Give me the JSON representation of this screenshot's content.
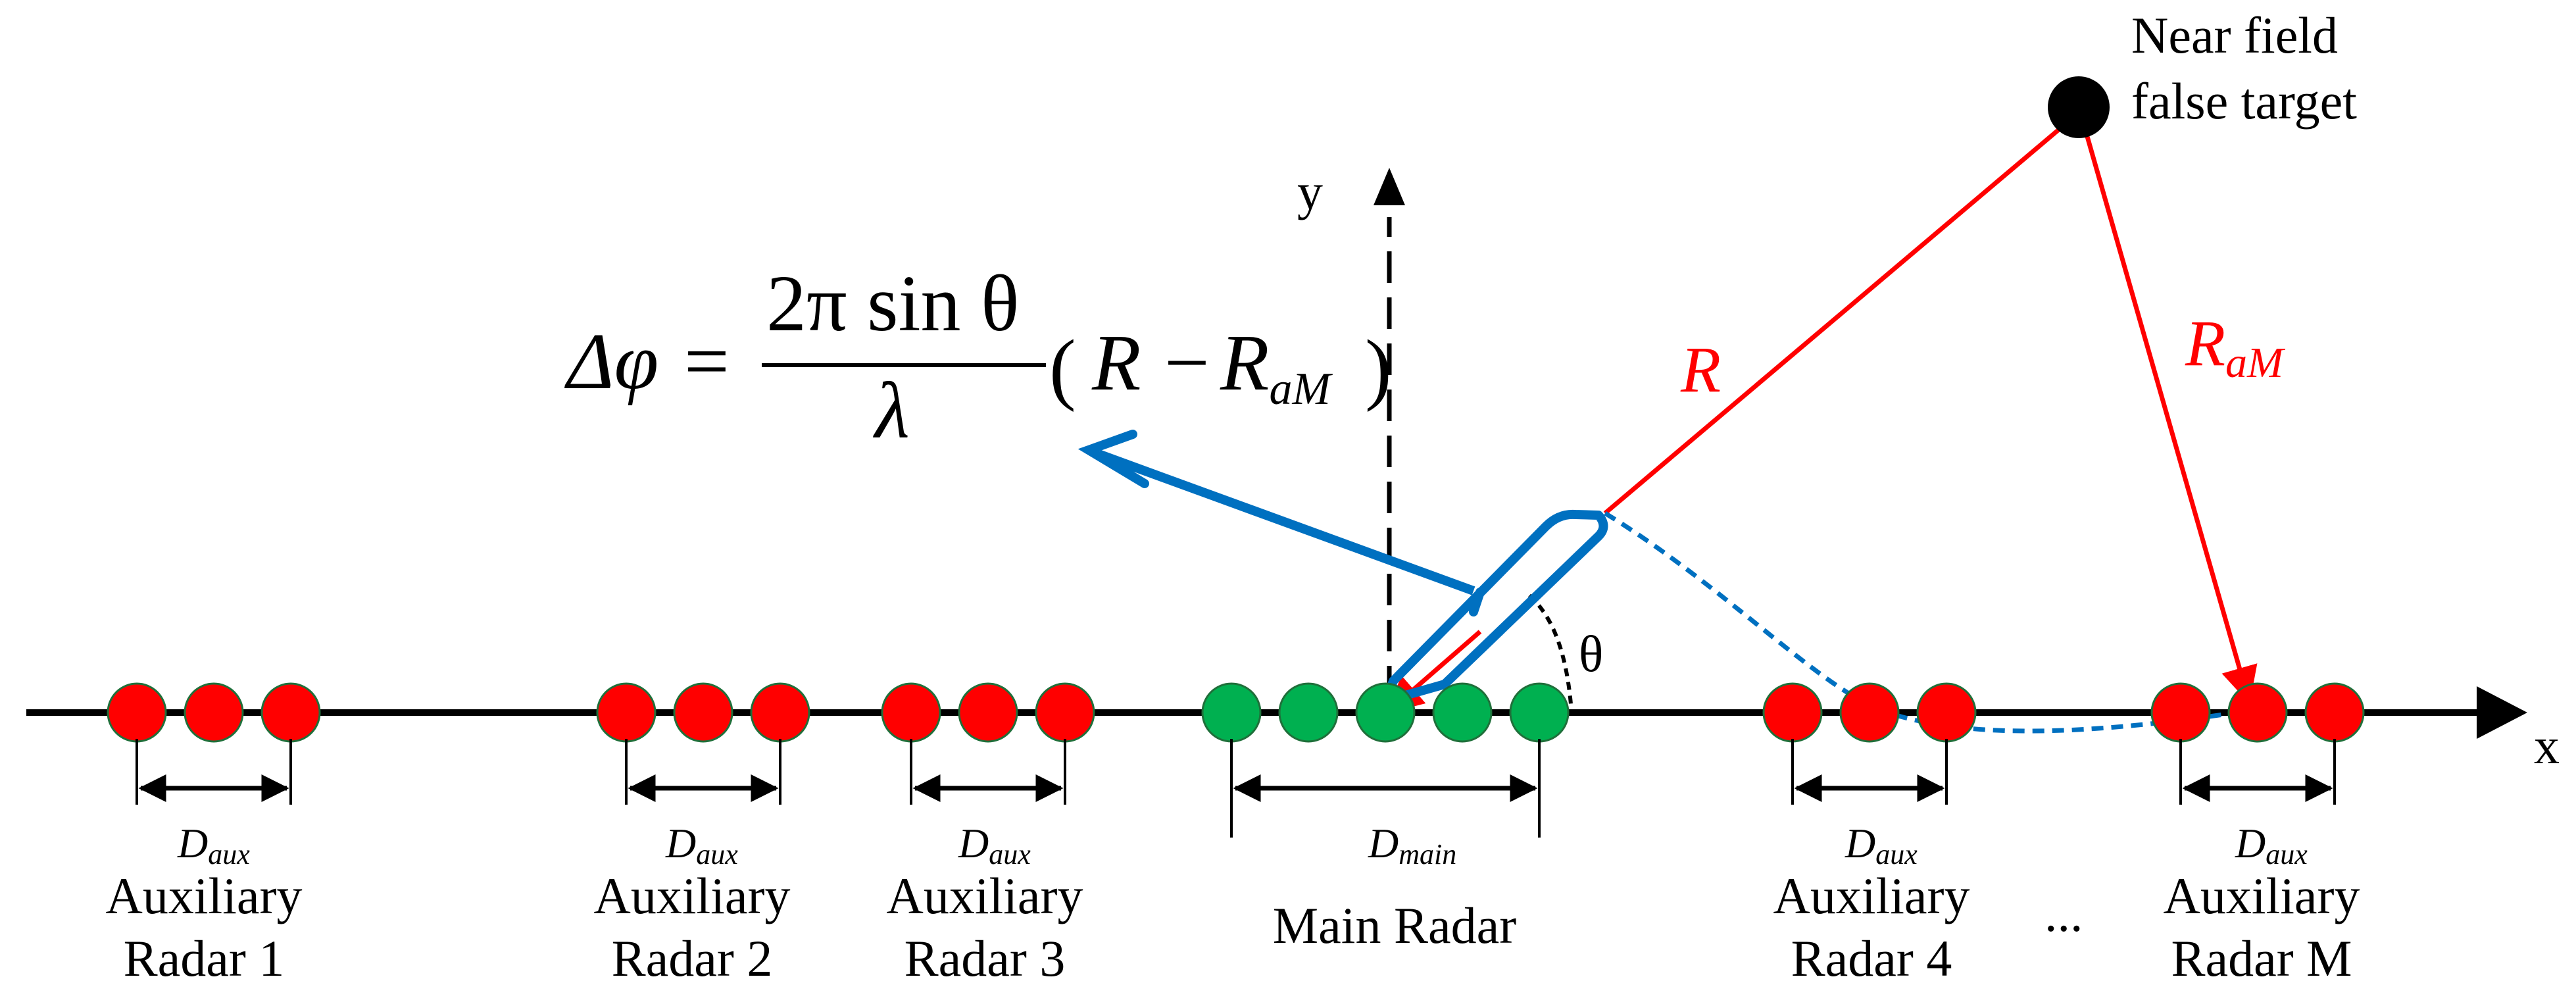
{
  "colors": {
    "aux_element": "#ff0000",
    "main_element": "#00b050",
    "element_border": "#1f6f3a",
    "ray": "#ff0000",
    "highlight": "#0070c0",
    "axis": "#000000"
  },
  "axes": {
    "x_label": "x",
    "y_label": "y"
  },
  "target": {
    "line1": "Near field",
    "line2": "false target"
  },
  "rays": {
    "R_label": "R",
    "RaM_label": "R",
    "RaM_sub": "aM"
  },
  "angle_label": "θ",
  "formula": {
    "lhs": "Δφ",
    "equals": "=",
    "numerator": "2π sin θ",
    "denominator": "λ",
    "paren_open": "(",
    "R": "R",
    "minus": "−",
    "R2": "R",
    "R2_sub": "aM",
    "paren_close": ")"
  },
  "arrays": [
    {
      "d_label": "D",
      "d_sub": "aux",
      "line1": "Auxiliary",
      "line2": "Radar 1",
      "kind": "aux"
    },
    {
      "d_label": "D",
      "d_sub": "aux",
      "line1": "Auxiliary",
      "line2": "Radar 2",
      "kind": "aux"
    },
    {
      "d_label": "D",
      "d_sub": "aux",
      "line1": "Auxiliary",
      "line2": "Radar 3",
      "kind": "aux"
    },
    {
      "d_label": "D",
      "d_sub": "main",
      "line1": "Main Radar",
      "line2": "",
      "kind": "main"
    },
    {
      "d_label": "D",
      "d_sub": "aux",
      "line1": "Auxiliary",
      "line2": "Radar 4",
      "kind": "aux"
    },
    {
      "d_label": "D",
      "d_sub": "aux",
      "line1": "Auxiliary",
      "line2": "Radar M",
      "kind": "aux"
    }
  ],
  "ellipsis": "..."
}
